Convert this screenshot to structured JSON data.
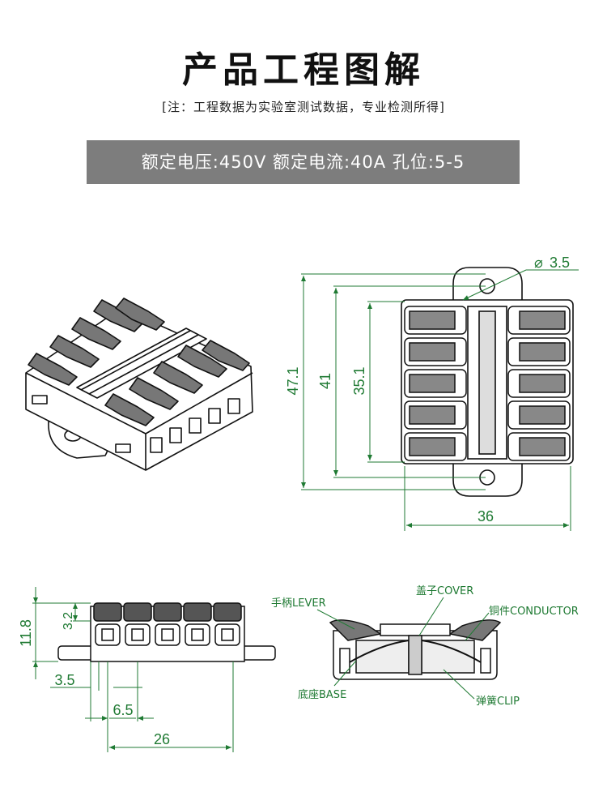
{
  "header": {
    "title": "产品工程图解",
    "subtitle": "[注：工程数据为实验室测试数据，专业检测所得]",
    "banner": "额定电压:450V 额定电流:40A 孔位:5-5"
  },
  "dimensions": {
    "hole_diameter": "3.5",
    "total_length": "47.1",
    "hole_spacing": "41",
    "body_length": "35.1",
    "width": "36",
    "height": "11.8",
    "top_height": "3.2",
    "edge_offset": "3.5",
    "pitch": "6.5",
    "body_width": "26"
  },
  "parts": {
    "lever": "手柄LEVER",
    "cover": "盖子COVER",
    "conductor": "铜件CONDUCTOR",
    "base": "底座BASE",
    "clip": "弹簧CLIP"
  },
  "colors": {
    "dimension": "#1f7a33",
    "outline": "#111111",
    "banner": "#7d7d7d"
  }
}
